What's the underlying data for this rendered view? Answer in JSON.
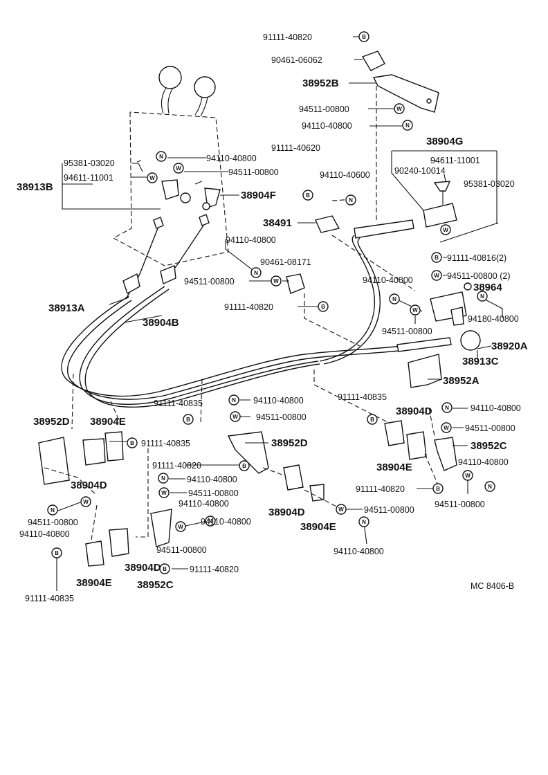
{
  "labels": {
    "l01": "91111-40820",
    "l02": "90461-06062",
    "l03": "38952B",
    "l04": "94511-00800",
    "l05": "94110-40800",
    "l06": "38904G",
    "l07": "94611-11001",
    "l08": "90240-10014",
    "l09": "95381-03020",
    "l10": "91111-40620",
    "l11": "94110-40600",
    "l12": "95381-03020",
    "l13": "94611-11001",
    "l14": "38913B",
    "l15": "94110-40800",
    "l16": "94511-00800",
    "l17": "38904F",
    "l18": "38491",
    "l19": "94110-40800",
    "l20": "90461-08171",
    "l21": "94511-00800",
    "l22": "91111-40820",
    "l23": "91111-40816(2)",
    "l24": "94511-00800 (2)",
    "l25": "94110-40800",
    "l26": "38964",
    "l27": "94180-40800",
    "l28": "94511-00800",
    "l29": "38920A",
    "l30": "38913C",
    "l31": "38952A",
    "l32": "38913A",
    "l33": "38904B",
    "l34": "91111-40835",
    "l35": "94110-40800",
    "l36": "94511-00800",
    "l37": "91111-40835",
    "l38": "94110-40800",
    "l39": "38904D",
    "l40": "94511-00800",
    "l41": "38952D",
    "l42": "38904E",
    "l43": "91111-40835",
    "l44": "38952D",
    "l45": "38952C",
    "l46": "38904E",
    "l47": "38904D",
    "l48": "94110-40800",
    "l49": "91111-40820",
    "l50": "94110-40800",
    "l51": "94511-00800",
    "l52": "94110-40800",
    "l53": "94511-00800",
    "l54": "94511-00800",
    "l55": "94110-40800",
    "l56": "38904D",
    "l57": "38904E",
    "l58": "94511-00800",
    "l59": "94110-40800",
    "l60": "94511-00800",
    "l61": "91111-40820",
    "l62": "38904E",
    "l63": "38904D",
    "l64": "38952C",
    "l65": "91111-40835",
    "l66": "91111-40820",
    "l67": "94110-40800",
    "l68": "MC 8406-B"
  },
  "icons": {
    "B": "B",
    "N": "N",
    "W": "W"
  }
}
